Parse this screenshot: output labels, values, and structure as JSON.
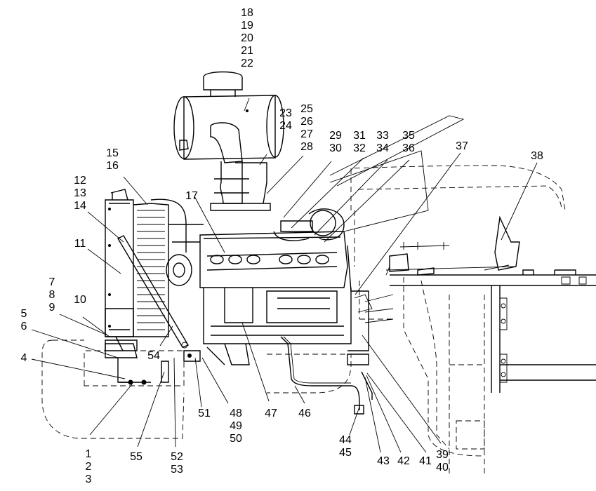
{
  "diagram": {
    "callouts": [
      {
        "id": "c1",
        "lines": [
          "1",
          "2",
          "3"
        ]
      },
      {
        "id": "c4",
        "lines": [
          "4"
        ]
      },
      {
        "id": "c5",
        "lines": [
          "5",
          "6"
        ]
      },
      {
        "id": "c7",
        "lines": [
          "7",
          "8",
          "9"
        ]
      },
      {
        "id": "c10",
        "lines": [
          "10"
        ]
      },
      {
        "id": "c11",
        "lines": [
          "11"
        ]
      },
      {
        "id": "c12",
        "lines": [
          "12",
          "13",
          "14"
        ]
      },
      {
        "id": "c15",
        "lines": [
          "15",
          "16"
        ]
      },
      {
        "id": "c17",
        "lines": [
          "17"
        ]
      },
      {
        "id": "c18",
        "lines": [
          "18",
          "19",
          "20",
          "21",
          "22"
        ]
      },
      {
        "id": "c23",
        "lines": [
          "23",
          "24"
        ]
      },
      {
        "id": "c25",
        "lines": [
          "25",
          "26",
          "27",
          "28"
        ]
      },
      {
        "id": "c29",
        "lines": [
          "29",
          "30"
        ]
      },
      {
        "id": "c31",
        "lines": [
          "31",
          "32"
        ]
      },
      {
        "id": "c33",
        "lines": [
          "33",
          "34"
        ]
      },
      {
        "id": "c35",
        "lines": [
          "35",
          "36"
        ]
      },
      {
        "id": "c37",
        "lines": [
          "37"
        ]
      },
      {
        "id": "c38",
        "lines": [
          "38"
        ]
      },
      {
        "id": "c39",
        "lines": [
          "39",
          "40"
        ]
      },
      {
        "id": "c41",
        "lines": [
          "41"
        ]
      },
      {
        "id": "c42",
        "lines": [
          "42"
        ]
      },
      {
        "id": "c43",
        "lines": [
          "43"
        ]
      },
      {
        "id": "c44",
        "lines": [
          "44",
          "45"
        ]
      },
      {
        "id": "c46",
        "lines": [
          "46"
        ]
      },
      {
        "id": "c47",
        "lines": [
          "47"
        ]
      },
      {
        "id": "c48",
        "lines": [
          "48",
          "49",
          "50"
        ]
      },
      {
        "id": "c51",
        "lines": [
          "51"
        ]
      },
      {
        "id": "c52",
        "lines": [
          "52",
          "53"
        ]
      },
      {
        "id": "c54",
        "lines": [
          "54"
        ]
      },
      {
        "id": "c55",
        "lines": [
          "55"
        ]
      }
    ]
  }
}
